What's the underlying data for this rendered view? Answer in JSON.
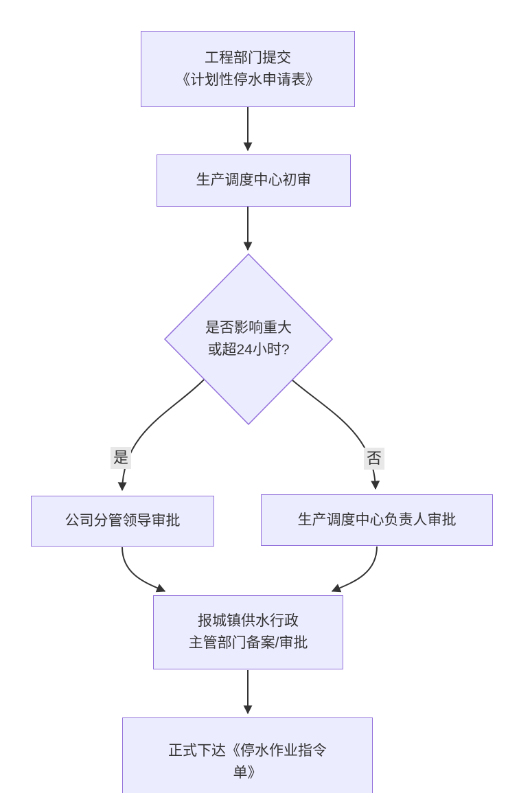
{
  "diagram_type": "flowchart",
  "colors": {
    "node_fill": "#ECECFF",
    "node_border": "#9370DB",
    "edge_line": "#333333",
    "edge_label_bg": "#e8e8e8",
    "text": "#333333",
    "background": "#ffffff"
  },
  "nodes": {
    "submit": {
      "label": "工程部门提交\n《计划性停水申请表》",
      "shape": "rect"
    },
    "initial_review": {
      "label": "生产调度中心初审",
      "shape": "rect"
    },
    "decision": {
      "label": "是否影响重大\n或超24小时?",
      "shape": "diamond"
    },
    "leader_approval": {
      "label": "公司分管领导审批",
      "shape": "rect"
    },
    "center_head_approval": {
      "label": "生产调度中心负责人审批",
      "shape": "rect"
    },
    "report_authority": {
      "label": "报城镇供水行政\n主管部门备案/审批",
      "shape": "rect"
    },
    "issue_order": {
      "label": "正式下达《停水作业指令\n单》",
      "shape": "rect"
    }
  },
  "edge_labels": {
    "yes": "是",
    "no": "否"
  },
  "edges": [
    {
      "from": "submit",
      "to": "initial_review",
      "label": ""
    },
    {
      "from": "initial_review",
      "to": "decision",
      "label": ""
    },
    {
      "from": "decision",
      "to": "leader_approval",
      "label": "是"
    },
    {
      "from": "decision",
      "to": "center_head_approval",
      "label": "否"
    },
    {
      "from": "leader_approval",
      "to": "report_authority",
      "label": ""
    },
    {
      "from": "center_head_approval",
      "to": "report_authority",
      "label": ""
    },
    {
      "from": "report_authority",
      "to": "issue_order",
      "label": ""
    }
  ]
}
